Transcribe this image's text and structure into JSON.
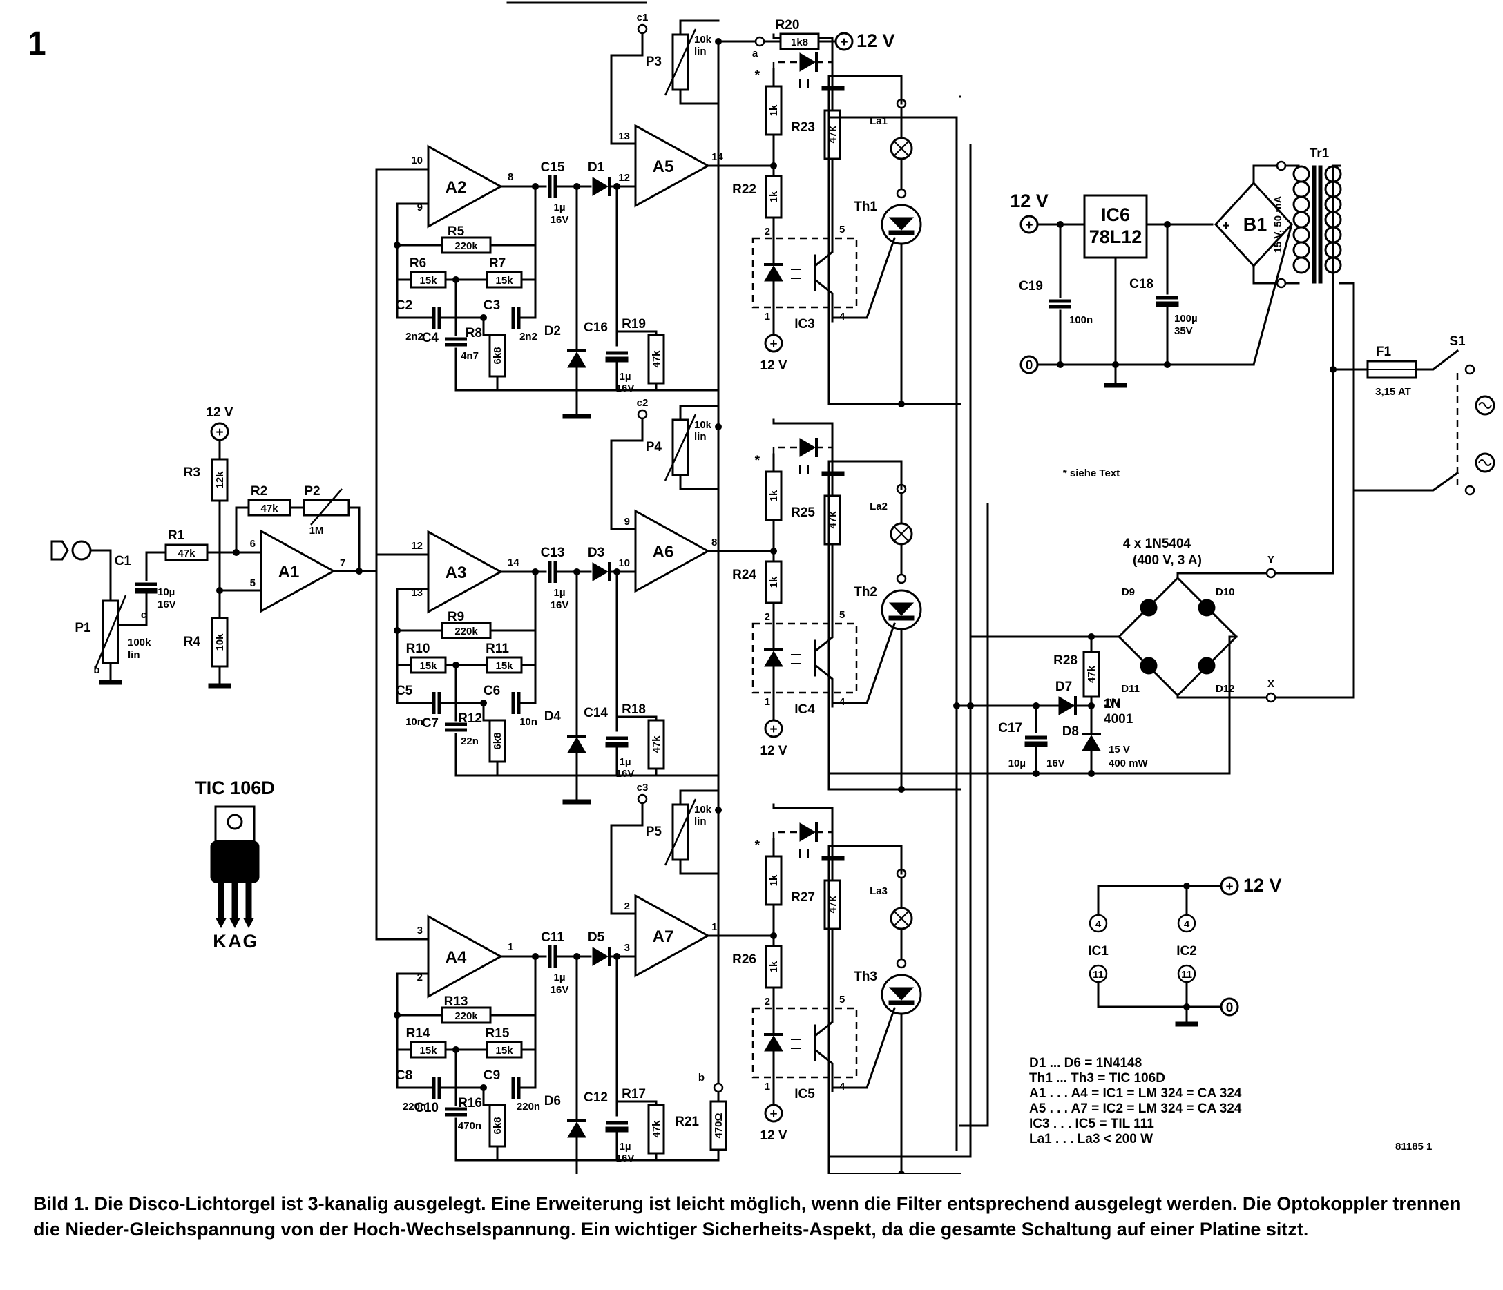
{
  "figure_number": "1",
  "caption": "Bild 1. Die Disco-Lichtorgel ist 3-kanalig ausgelegt. Eine Erweiterung ist leicht möglich, wenn die Filter entsprechend ausgelegt werden. Die Optokoppler trennen die Nieder-Gleichspannung von der Hoch-Wechselspannung. Ein wichtiger Sicherheits-Aspekt, da die gesamte Schaltung auf einer Platine sitzt.",
  "supply": {
    "v12": "12 V",
    "zero": "0",
    "plus": "+"
  },
  "input_stage": {
    "P1": "P1",
    "P1_val": "100k",
    "P1_lin": "lin",
    "C1": "C1",
    "C1_val": "10µ",
    "C1_volt": "16V",
    "R1": "R1",
    "R1_val": "47k",
    "R2": "R2",
    "R2_val": "47k",
    "R3": "R3",
    "R3_val": "12k",
    "R4": "R4",
    "R4_val": "10k",
    "P2": "P2",
    "P2_val": "1M",
    "A1": "A1",
    "pin_c": "c",
    "pin_b": "b",
    "pin6": "6",
    "pin5": "5",
    "pin7": "7"
  },
  "channels": [
    {
      "filter_amp": "A2",
      "fa_in": "10",
      "fa_inv": "9",
      "fa_out": "8",
      "Ra": "R5",
      "Ra_val": "220k",
      "Rb": "R6",
      "Rb_val": "15k",
      "Rc": "R7",
      "Rc_val": "15k",
      "Ca": "C2",
      "Ca_val": "2n2",
      "Cb": "C3",
      "Cb_val": "2n2",
      "Cc": "C4",
      "Cc_val": "4n7",
      "Rd": "R8",
      "Rd_val": "6k8",
      "Cs": "C15",
      "Cs_val": "1µ",
      "Cs_volt": "16V",
      "Dser": "D1",
      "Dsh": "D2",
      "Cst": "C16",
      "Cst_val": "1µ",
      "Cst_volt": "16V",
      "Rst": "R19",
      "Rst_val": "47k",
      "comp": "A5",
      "comp_inv": "13",
      "comp_non": "12",
      "comp_out": "14",
      "pot_tag": "c1",
      "pot": "P3",
      "pot_val": "10k",
      "pot_lin": "lin",
      "led_r": "1k",
      "Rled": "R22",
      "Rled_val": "1k",
      "Rg": "R23",
      "Rg_val": "47k",
      "opto": "IC3",
      "pin2": "2",
      "pin1": "1",
      "pin5": "5",
      "pin4": "4",
      "lamp": "La1",
      "thyr": "Th1"
    },
    {
      "filter_amp": "A3",
      "fa_in": "12",
      "fa_inv": "13",
      "fa_out": "14",
      "Ra": "R9",
      "Ra_val": "220k",
      "Rb": "R10",
      "Rb_val": "15k",
      "Rc": "R11",
      "Rc_val": "15k",
      "Ca": "C5",
      "Ca_val": "10n",
      "Cb": "C6",
      "Cb_val": "10n",
      "Cc": "C7",
      "Cc_val": "22n",
      "Rd": "R12",
      "Rd_val": "6k8",
      "Cs": "C13",
      "Cs_val": "1µ",
      "Cs_volt": "16V",
      "Dser": "D3",
      "Dsh": "D4",
      "Cst": "C14",
      "Cst_val": "1µ",
      "Cst_volt": "16V",
      "Rst": "R18",
      "Rst_val": "47k",
      "comp": "A6",
      "comp_inv": "9",
      "comp_non": "10",
      "comp_out": "8",
      "pot_tag": "c2",
      "pot": "P4",
      "pot_val": "10k",
      "pot_lin": "lin",
      "led_r": "1k",
      "Rled": "R24",
      "Rled_val": "1k",
      "Rg": "R25",
      "Rg_val": "47k",
      "opto": "IC4",
      "pin2": "2",
      "pin1": "1",
      "pin5": "5",
      "pin4": "4",
      "lamp": "La2",
      "thyr": "Th2"
    },
    {
      "filter_amp": "A4",
      "fa_in": "3",
      "fa_inv": "2",
      "fa_out": "1",
      "Ra": "R13",
      "Ra_val": "220k",
      "Rb": "R14",
      "Rb_val": "15k",
      "Rc": "R15",
      "Rc_val": "15k",
      "Ca": "C8",
      "Ca_val": "220n",
      "Cb": "C9",
      "Cb_val": "220n",
      "Cc": "C10",
      "Cc_val": "470n",
      "Rd": "R16",
      "Rd_val": "6k8",
      "Cs": "C11",
      "Cs_val": "1µ",
      "Cs_volt": "16V",
      "Dser": "D5",
      "Dsh": "D6",
      "Cst": "C12",
      "Cst_val": "1µ",
      "Cst_volt": "16V",
      "Rst": "R17",
      "Rst_val": "47k",
      "comp": "A7",
      "comp_inv": "2",
      "comp_non": "3",
      "comp_out": "1",
      "pot_tag": "c3",
      "pot": "P5",
      "pot_val": "10k",
      "pot_lin": "lin",
      "led_r": "1k",
      "Rled": "R26",
      "Rled_val": "1k",
      "Rg": "R27",
      "Rg_val": "47k",
      "opto": "IC5",
      "pin2": "2",
      "pin1": "1",
      "pin5": "5",
      "pin4": "4",
      "lamp": "La3",
      "thyr": "Th3"
    }
  ],
  "ref_chain": {
    "R20": "R20",
    "R20_val": "1k8",
    "pin_a": "a",
    "pin_b": "b",
    "R21": "R21",
    "R21_val": "470Ω"
  },
  "asterisk": "*",
  "note": "* siehe Text",
  "psu": {
    "reg": "IC6",
    "reg_type": "78L12",
    "C19": "C19",
    "C19_val": "100n",
    "C18": "C18",
    "C18_val": "100µ",
    "C18_volt": "35V",
    "B1": "B1",
    "Tr1": "Tr1",
    "tr_spec": "15 V, 50 mA",
    "F1": "F1",
    "F1_val": "3,15 AT",
    "S1": "S1"
  },
  "bridge": {
    "title": "4 x 1N5404",
    "spec": "(400 V, 3 A)",
    "D9": "D9",
    "D10": "D10",
    "D11": "D11",
    "D12": "D12",
    "Y": "Y",
    "X": "X",
    "D7": "D7",
    "D7_type": "1N",
    "D7_type2": "4001",
    "D8": "D8",
    "D8_v": "15 V",
    "D8_w": "400 mW",
    "R28": "R28",
    "R28_val": "47k",
    "R28_w": "1W",
    "C17": "C17",
    "C17_val": "10µ",
    "C17_volt": "16V"
  },
  "thyristor_pkg": {
    "title": "TIC 106D",
    "K": "K",
    "A": "A",
    "G": "G"
  },
  "ic_supply": {
    "IC1": "IC1",
    "IC2": "IC2",
    "pin4": "4",
    "pin11": "11"
  },
  "legend": [
    "D1 ... D6 = 1N4148",
    "Th1 ... Th3 = TIC 106D",
    "A1 . . . A4 = IC1 = LM 324 = CA 324",
    "A5 . . . A7 = IC2 = LM 324 = CA 324",
    "IC3 . . . IC5 = TIL 111",
    "La1 . . . La3    < 200 W"
  ],
  "figure_code": "81185 1"
}
